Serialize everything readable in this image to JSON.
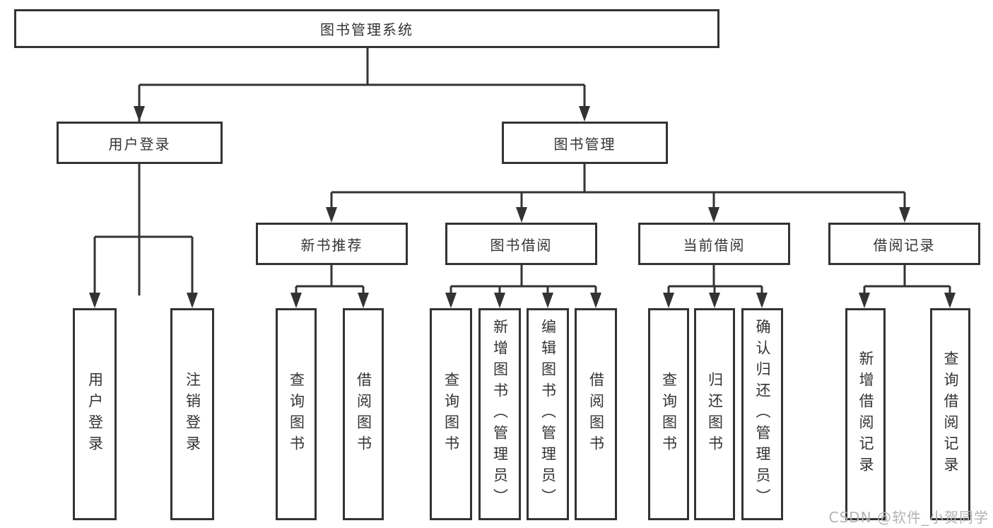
{
  "diagram": {
    "root": "图书管理系统",
    "level2": [
      "用户登录",
      "图书管理"
    ],
    "level3": [
      "新书推荐",
      "图书借阅",
      "当前借阅",
      "借阅记录"
    ],
    "leaves": {
      "login": [
        "用户登录",
        "注销登录"
      ],
      "recommend": [
        "查询图书",
        "借阅图书"
      ],
      "borrow": [
        "查询图书",
        "新增图书（管理员）",
        "编辑图书（管理员）",
        "借阅图书"
      ],
      "current": [
        "查询图书",
        "归还图书",
        "确认归还（管理员）"
      ],
      "records": [
        "新增借阅记录",
        "查询借阅记录"
      ]
    }
  },
  "watermark": "CSDN @软件_小贺同学",
  "colors": {
    "line": "#333333",
    "box_border": "#333333",
    "box_fill": "#ffffff",
    "text": "#333333",
    "watermark": "#b3b3b3",
    "background": "#ffffff"
  }
}
